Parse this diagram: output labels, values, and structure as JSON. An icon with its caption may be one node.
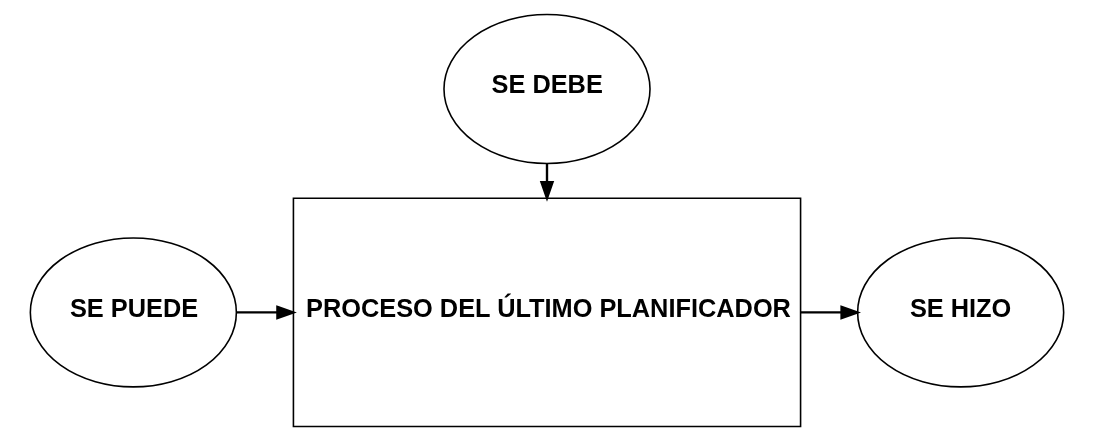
{
  "diagram": {
    "nodes": [
      {
        "text": [
          "SE DEBE"
        ]
      },
      {
        "text": [
          "SE PUEDE"
        ]
      },
      {
        "text": [
          "PROCESO DEL ÚLTIMO PLANIFICADOR"
        ]
      },
      {
        "text": [
          "SE HIZO"
        ]
      }
    ],
    "edges": [
      {
        "from": 0,
        "to": 2,
        "arrow": "to"
      },
      {
        "from": 1,
        "to": 2,
        "arrow": "to"
      },
      {
        "from": 2,
        "to": 3,
        "arrow": "to"
      }
    ]
  }
}
